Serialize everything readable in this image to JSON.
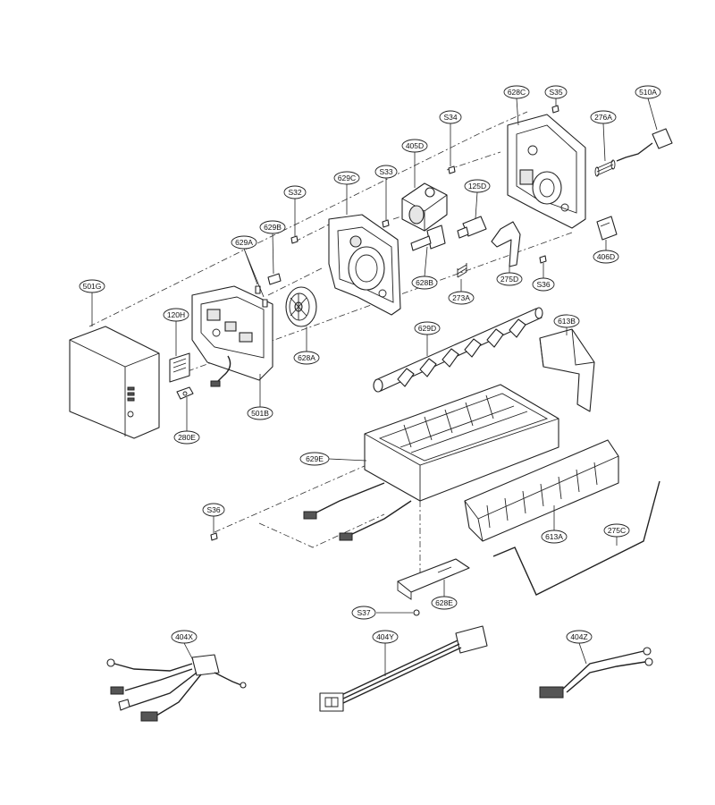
{
  "labels": {
    "p628C": "628C",
    "pS35": "S35",
    "p510A": "510A",
    "p276A": "276A",
    "pS34": "S34",
    "p405D": "405D",
    "pS33": "S33",
    "p629C": "629C",
    "p125D": "125D",
    "pS32": "S32",
    "p629B": "629B",
    "p629A": "629A",
    "p406D": "406D",
    "p501G": "501G",
    "p120H": "120H",
    "p628B": "628B",
    "p273A": "273A",
    "p275D": "275D",
    "pS36a": "S36",
    "p628A": "628A",
    "p629D": "629D",
    "p613B": "613B",
    "p501B": "501B",
    "p280E": "280E",
    "p629E": "629E",
    "pS36b": "S36",
    "p613A": "613A",
    "p275C": "275C",
    "pS37": "S37",
    "p628E": "628E",
    "p404X": "404X",
    "p404Y": "404Y",
    "p404Z": "404Z"
  }
}
